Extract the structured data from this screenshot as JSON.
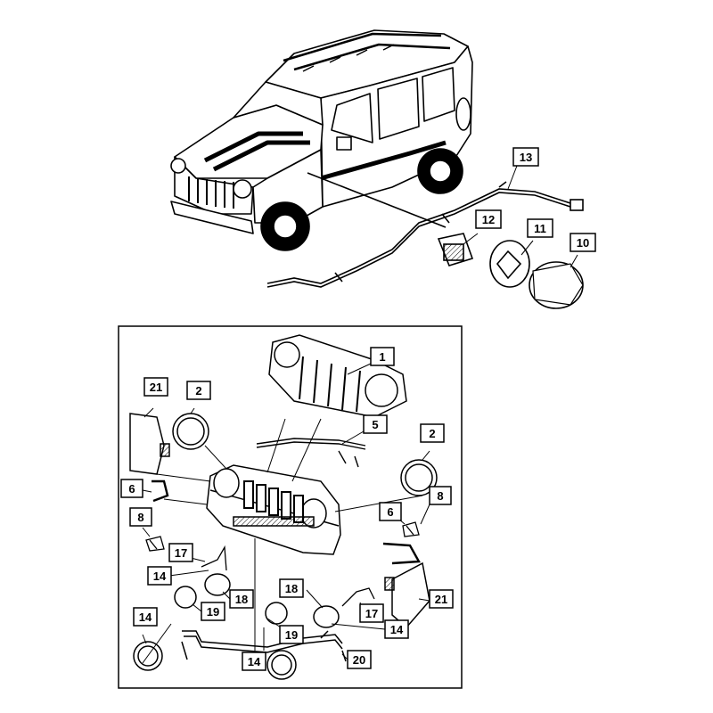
{
  "callouts": {
    "c13": "13",
    "c12": "12",
    "c11": "11",
    "c10": "10",
    "c1": "1",
    "c21a": "21",
    "c2a": "2",
    "c5": "5",
    "c2b": "2",
    "c6a": "6",
    "c8a": "8",
    "c8b": "8",
    "c6b": "6",
    "c17a": "17",
    "c14a": "14",
    "c18a": "18",
    "c19a": "19",
    "c18b": "18",
    "c21b": "21",
    "c17b": "17",
    "c14b": "14",
    "c14c": "14",
    "c19b": "19",
    "c14d": "14",
    "c20": "20"
  }
}
